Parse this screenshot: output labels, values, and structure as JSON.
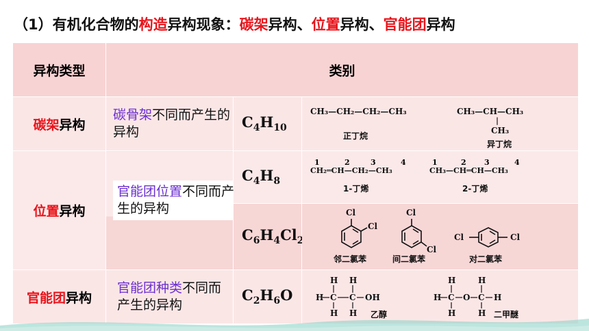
{
  "title": {
    "prefix": "（1）有机化合物的",
    "red1": "构造",
    "mid1": "异构现象：",
    "red2": "碳架",
    "mid2": "异构、",
    "red3": "位置",
    "mid3": "异构、",
    "red4": "官能团",
    "mid4": "异构"
  },
  "header": {
    "col1": "异构类型",
    "col2": "类别"
  },
  "rows": {
    "tan": {
      "type_red": "碳架",
      "type_rest": "异构",
      "desc_purple": "碳骨架",
      "desc_rest": "不同而产生的异构",
      "formula": {
        "base": "C",
        "n1": "4",
        "base2": "H",
        "n2": "10"
      },
      "mol1": "CH₃—CH₂—CH₂—CH₃",
      "name1": "正丁烷",
      "mol2_top": "CH₃—CH—CH₃",
      "mol2_bottom": "CH₃",
      "name2": "异丁烷"
    },
    "pos": {
      "type_red": "位置",
      "type_rest": "异构",
      "desc_purple": "官能团位置",
      "desc_rest": "不同而产生的异构",
      "formula1": {
        "base": "C",
        "n1": "4",
        "base2": "H",
        "n2": "8"
      },
      "mol1": "CH₂═CH—CH₂—CH₃",
      "nums1": [
        "1",
        "2",
        "3",
        "4"
      ],
      "name1": "1-丁烯",
      "mol2": "CH₃—CH═CH—CH₃",
      "nums2": [
        "1",
        "2",
        "3",
        "4"
      ],
      "name2": "2-丁烯",
      "formula2": {
        "base": "C",
        "n1": "6",
        "base2": "H",
        "n2": "4",
        "base3": "Cl",
        "n3": "2"
      },
      "cl": "Cl",
      "name3": "邻二氯苯",
      "name4": "间二氯苯",
      "name5": "对二氯苯"
    },
    "gn": {
      "type_red": "官能团",
      "type_rest": "异构",
      "desc_purple": "官能团种类",
      "desc_rest": "不同而产生的异构",
      "formula": {
        "base": "C",
        "n1": "2",
        "base2": "H",
        "n2": "6",
        "base3": "O"
      },
      "h": "H",
      "c": "C",
      "o": "O",
      "oh": "OH",
      "name1": "乙醇",
      "name2": "二甲醚"
    }
  },
  "colors": {
    "red": "#e8141b",
    "purple": "#6b2fd1",
    "row_bg": "#fbe6e6",
    "header_bg": "#f8d3d3"
  }
}
